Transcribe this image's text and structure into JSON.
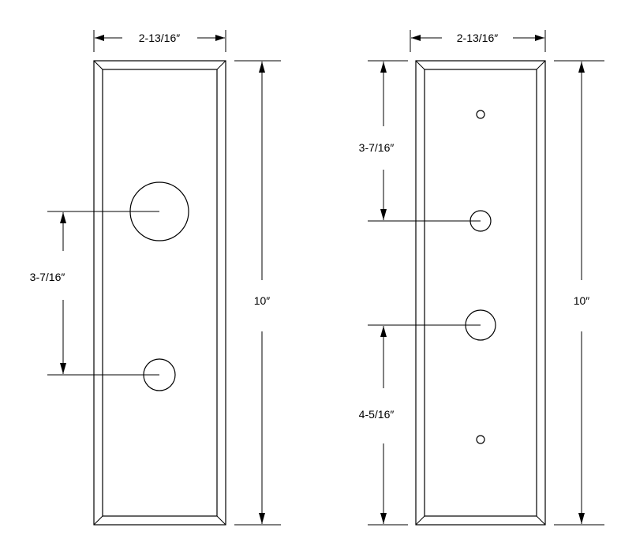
{
  "plates": [
    {
      "width_label": "2-13/16″",
      "height_label": "10″",
      "spacing_labels": [
        "3-7/16″"
      ],
      "hole_count": 2
    },
    {
      "width_label": "2-13/16″",
      "height_label": "10″",
      "spacing_labels": [
        "3-7/16″",
        "4-5/16″"
      ],
      "hole_count": 4
    }
  ],
  "colors": {
    "line": "#000000",
    "background": "#ffffff"
  }
}
